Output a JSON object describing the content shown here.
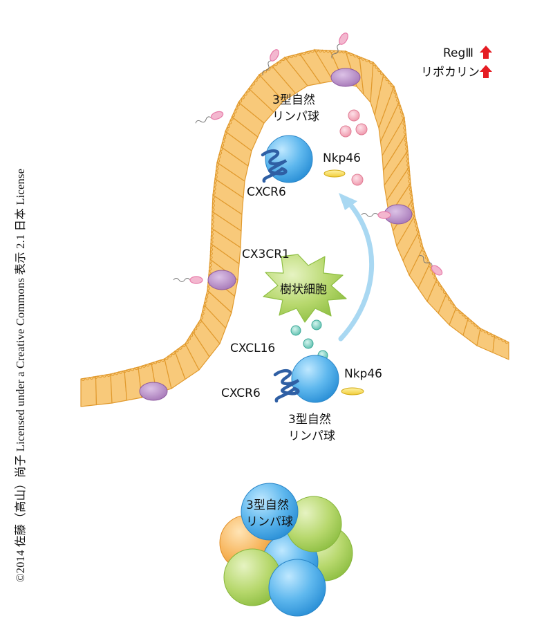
{
  "labels": {
    "ilc3_top_line1": "3型自然",
    "ilc3_top_line2": "リンパ球",
    "nkp46_top": "Nkp46",
    "cxcr6_top": "CXCR6",
    "cx3cr1": "CX3CR1",
    "dendritic_cell": "樹状細胞",
    "cxcl16": "CXCL16",
    "nkp46_bottom": "Nkp46",
    "cxcr6_bottom": "CXCR6",
    "ilc3_bottom_line1": "3型自然",
    "ilc3_bottom_line2": "リンパ球",
    "ilc3_cluster_line1": "3型自然",
    "ilc3_cluster_line2": "リンパ球"
  },
  "legend": {
    "reg3": "RegⅢ",
    "lipocalin": "リポカリン"
  },
  "copyright": "©2014 佐藤（高山）尚子 Licensed under a Creative Commons 表示 2.1 日本 License",
  "colors": {
    "epithelium": "#f8c97a",
    "epithelium_stroke": "#e19a2e",
    "ilc3": "#5fb8ee",
    "receptor": "#2f5fa4",
    "dendritic": "#c8df8a",
    "chemokine": "#7dcfc0",
    "antimicrobial": "#f2a3b4",
    "goblet": "#b98ac4",
    "bacteria": "#e77aa8",
    "arrow_up": "#e51c23",
    "migration_arrow": "#a9d8f2"
  }
}
